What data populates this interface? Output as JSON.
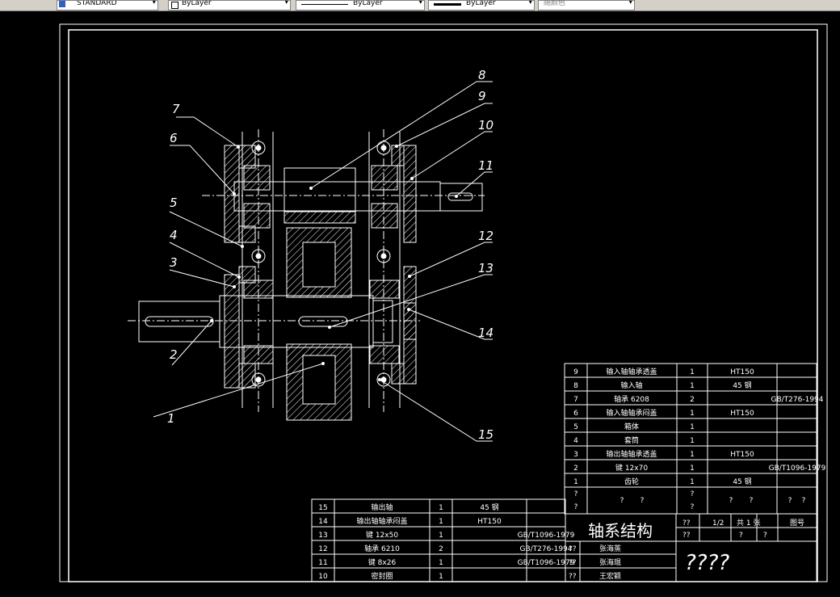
{
  "toolbar": {
    "textstyle_value": "STANDARD",
    "layer_value": "ByLayer",
    "linetype_value": "ByLayer",
    "lineweight_value": "ByLayer",
    "plotstyle_value": "随颜色",
    "textstyle_icon": "text-style-icon",
    "dropdown_icon": "chevron-down-icon"
  },
  "callouts": [
    "1",
    "2",
    "3",
    "4",
    "5",
    "6",
    "7",
    "8",
    "9",
    "10",
    "11",
    "12",
    "13",
    "14",
    "15"
  ],
  "parts_upper": [
    {
      "no": "9",
      "name": "输入轴轴承透盖",
      "qty": "1",
      "material": "HT150",
      "std": ""
    },
    {
      "no": "8",
      "name": "输入轴",
      "qty": "1",
      "material": "45 钢",
      "std": ""
    },
    {
      "no": "7",
      "name": "轴承  6208",
      "qty": "2",
      "material": "",
      "std": "GB/T276-1994"
    },
    {
      "no": "6",
      "name": "输入轴轴承闷盖",
      "qty": "1",
      "material": "HT150",
      "std": ""
    },
    {
      "no": "5",
      "name": "箱体",
      "qty": "1",
      "material": "",
      "std": ""
    },
    {
      "no": "4",
      "name": "套筒",
      "qty": "1",
      "material": "",
      "std": ""
    },
    {
      "no": "3",
      "name": "输出轴轴承透盖",
      "qty": "1",
      "material": "HT150",
      "std": ""
    },
    {
      "no": "2",
      "name": "键 12x70",
      "qty": "1",
      "material": "",
      "std": "GB/T1096-1979"
    },
    {
      "no": "1",
      "name": "齿轮",
      "qty": "1",
      "material": "45 钢",
      "std": ""
    }
  ],
  "parts_lower": [
    {
      "no": "15",
      "name": "输出轴",
      "qty": "1",
      "material": "45 钢",
      "std": ""
    },
    {
      "no": "14",
      "name": "输出轴轴承闷盖",
      "qty": "1",
      "material": "HT150",
      "std": ""
    },
    {
      "no": "13",
      "name": "键  12x50",
      "qty": "1",
      "material": "",
      "std": "GB/T1096-1979"
    },
    {
      "no": "12",
      "name": "轴承  6210",
      "qty": "2",
      "material": "",
      "std": "GB/T276-1994"
    },
    {
      "no": "11",
      "name": "键  8x26",
      "qty": "1",
      "material": "",
      "std": "GB/T1096-1979"
    },
    {
      "no": "10",
      "name": "密封圈",
      "qty": "1",
      "material": "",
      "std": ""
    }
  ],
  "header_row": {
    "c1": "?",
    "c1b": "?",
    "c2": "?",
    "c3": "?",
    "c4": "?",
    "c4b": "?",
    "c5": "?",
    "c6": "?",
    "c7": "?",
    "c7b": "?"
  },
  "title_block": {
    "title": "轴系结构",
    "scale_label": "??",
    "scale": "1/2",
    "sheets": "共  1  张",
    "drawing_no_label": "图号",
    "row2_a": "??",
    "row2_b": "?",
    "row2_c": "?",
    "sig1_label": "??",
    "sig1_name": "张海蒸",
    "sig2_label": "??",
    "sig2_name": "张海琨",
    "sig3_label": "??",
    "sig3_name": "王宏颖",
    "school": "????"
  }
}
